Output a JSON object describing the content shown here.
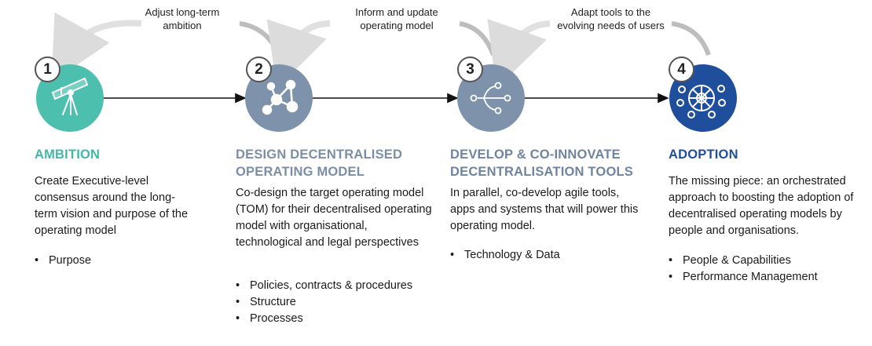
{
  "feedback_loops": [
    {
      "text": "Adjust long-term\nambition"
    },
    {
      "text": "Inform and update\noperating model"
    },
    {
      "text": "Adapt tools to the\nevolving needs of users"
    }
  ],
  "stages": [
    {
      "number": "1",
      "title": "AMBITION",
      "description": "Create Executive-level consensus around the long-term vision and purpose of the operating model",
      "bullets": [
        "Purpose"
      ],
      "icon": "telescope-icon",
      "color": "#4dbfae"
    },
    {
      "number": "2",
      "title": "DESIGN DECENTRALISED OPERATING MODEL",
      "description": "Co-design the target operating model (TOM) for their decentralised operating model with organisational, technological and legal perspectives",
      "bullets": [
        "Policies, contracts & procedures",
        "Structure",
        "Processes"
      ],
      "icon": "molecule-network-icon",
      "color": "#7f92ac"
    },
    {
      "number": "3",
      "title": "DEVELOP & CO-INNOVATE DECENTRALISATION TOOLS",
      "description": "In parallel, co-develop agile tools, apps and systems that will power this operating model.",
      "bullets": [
        "Technology & Data"
      ],
      "icon": "branch-split-icon",
      "color": "#7f92ac"
    },
    {
      "number": "4",
      "title": "ADOPTION",
      "description": "The missing piece:  an orchestrated approach to boosting the adoption of decentralised operating models by people and organisations.",
      "bullets": [
        "People & Capabilities",
        "Performance  Management"
      ],
      "icon": "wheel-network-icon",
      "color": "#1f4e9c"
    }
  ]
}
